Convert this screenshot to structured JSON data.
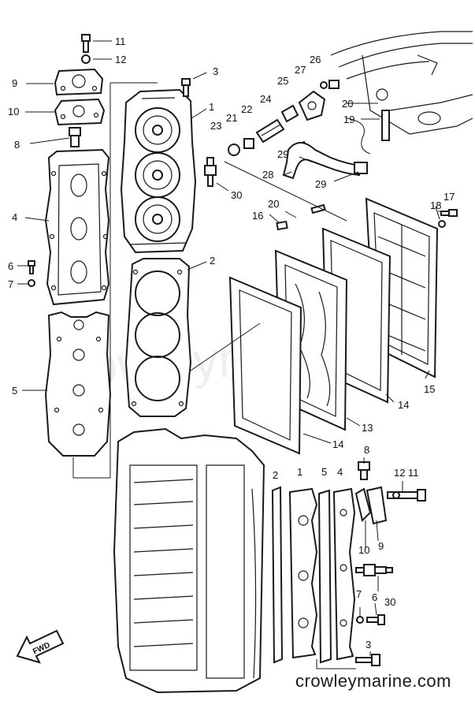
{
  "watermark": "crowleymarine.com",
  "faint_watermark": "crowleymarine",
  "fwd_label": "FWD",
  "callouts": {
    "c11a": "11",
    "c12a": "12",
    "c9a": "9",
    "c10a": "10",
    "c8a": "8",
    "c4a": "4",
    "c6a": "6",
    "c7a": "7",
    "c5a": "5",
    "c3a": "3",
    "c1a": "1",
    "c2a": "2",
    "c30a": "30",
    "c23": "23",
    "c21": "21",
    "c22": "22",
    "c24": "24",
    "c25": "25",
    "c27": "27",
    "c26": "26",
    "c20a": "20",
    "c19": "19",
    "c29a": "29",
    "c28": "28",
    "c29b": "29",
    "c20b": "20",
    "c16": "16",
    "c18": "18",
    "c17": "17",
    "c15": "15",
    "c14a": "14",
    "c13": "13",
    "c14b": "14",
    "c8b": "8",
    "c2b": "2",
    "c1b": "1",
    "c5b": "5",
    "c4b": "4",
    "c12b": "12",
    "c11b": "11",
    "c10b": "10",
    "c9b": "9",
    "c30b": "30",
    "c7b": "7",
    "c6b": "6",
    "c3b": "3"
  }
}
